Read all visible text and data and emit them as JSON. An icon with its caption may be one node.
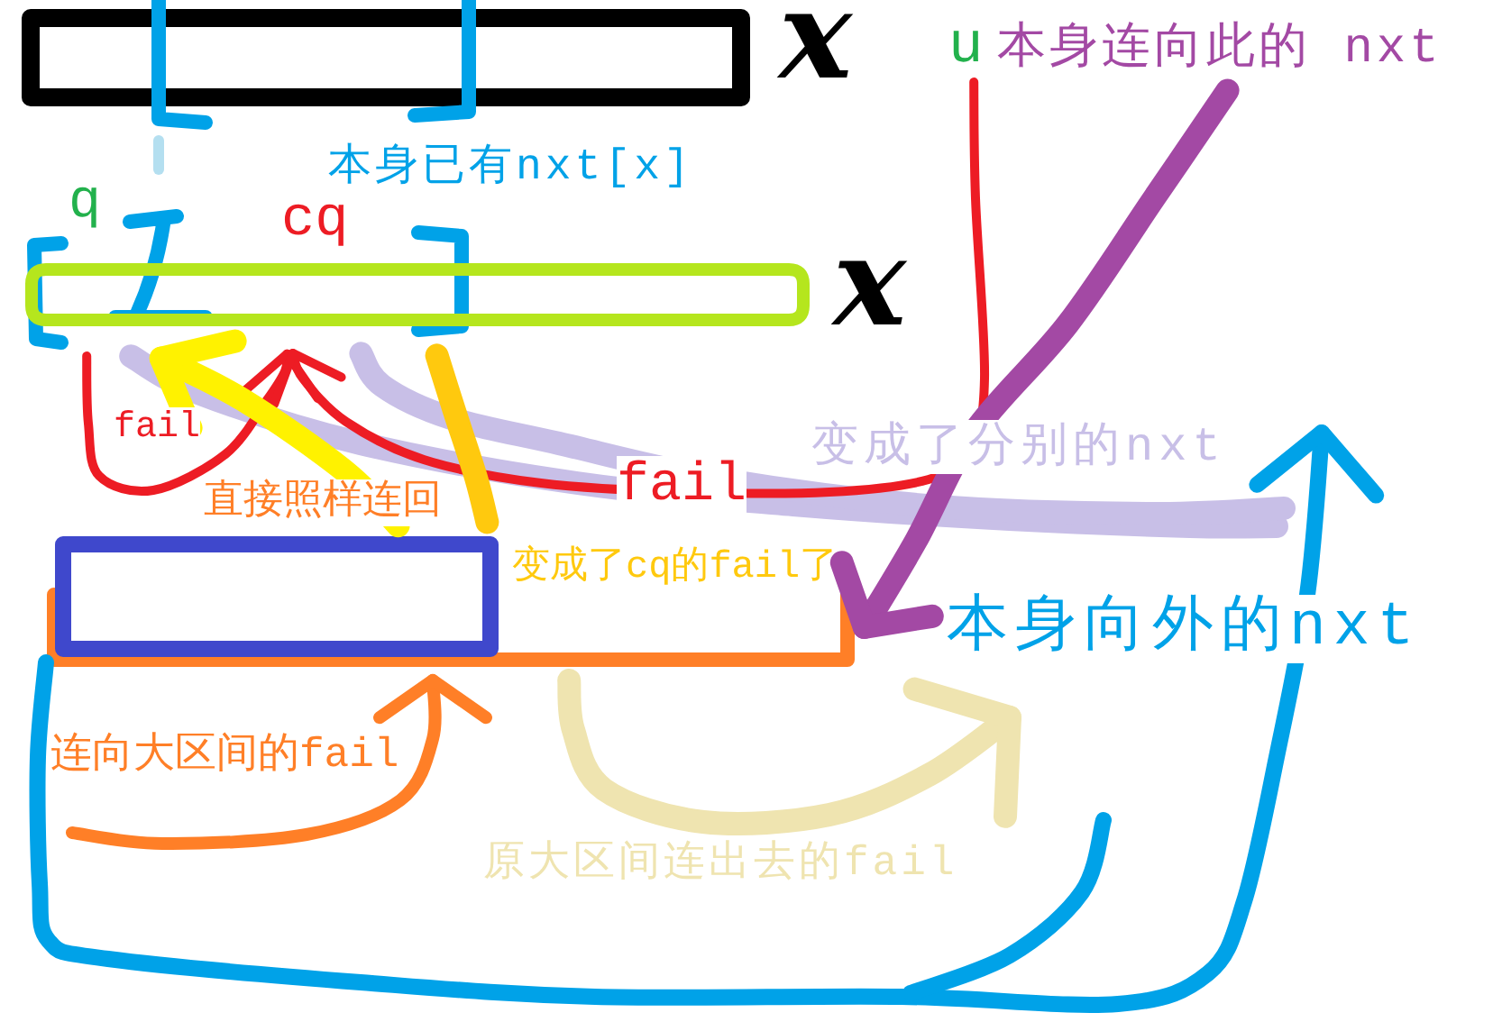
{
  "diagram": {
    "nodes": [
      {
        "text": [],
        "shape": "box",
        "beside": [
          "x"
        ]
      },
      {
        "text": [],
        "shape": "bracket",
        "beside": [
          "本身已有nxt[x]"
        ]
      },
      {
        "text": [
          "u"
        ]
      },
      {
        "text": [
          "本身连向此的 nxt"
        ]
      },
      {
        "text": [
          "q"
        ]
      },
      {
        "text": [
          "cq"
        ]
      },
      {
        "text": [],
        "shape": "bar",
        "beside": [
          "x"
        ]
      },
      {
        "text": [],
        "shape": "box"
      }
    ],
    "edges": [
      {
        "from": 4,
        "to": 5,
        "arrow": "to",
        "label": "fail",
        "color": "#ed1c24"
      },
      {
        "from": 2,
        "to": 5,
        "arrow": "to",
        "label": "fail",
        "color": "#ed1c24"
      },
      {
        "from": 1,
        "to": 4,
        "arrow": "none",
        "color": "#b4dff0"
      },
      {
        "from": 7,
        "to": 4,
        "arrow": "to",
        "label": "直接照样连回",
        "color": "#fff200"
      },
      {
        "from": 5,
        "to": 7,
        "arrow": "none",
        "label": "变成了cq的fail了",
        "color": "#ffc90e"
      },
      {
        "from": null,
        "to": 7,
        "arrow": "to",
        "label": "连向大区间的fail",
        "color": "#ff7f27"
      },
      {
        "from": 3,
        "to": 7,
        "arrow": "to",
        "color": "#a349a4"
      },
      {
        "from": 7,
        "to": null,
        "arrow": "to",
        "label": "原大区间连出去的fail",
        "color": "#efe4b0"
      },
      {
        "from": 4,
        "to": null,
        "arrow": "none",
        "color": "#c8bfe7"
      },
      {
        "from": 5,
        "to": null,
        "arrow": "none",
        "label": "变成了分别的nxt",
        "color": "#c8bfe7"
      },
      {
        "from": 7,
        "to": null,
        "arrow": "to",
        "label": "本身向外的nxt",
        "color": "#00a2e8"
      }
    ]
  }
}
